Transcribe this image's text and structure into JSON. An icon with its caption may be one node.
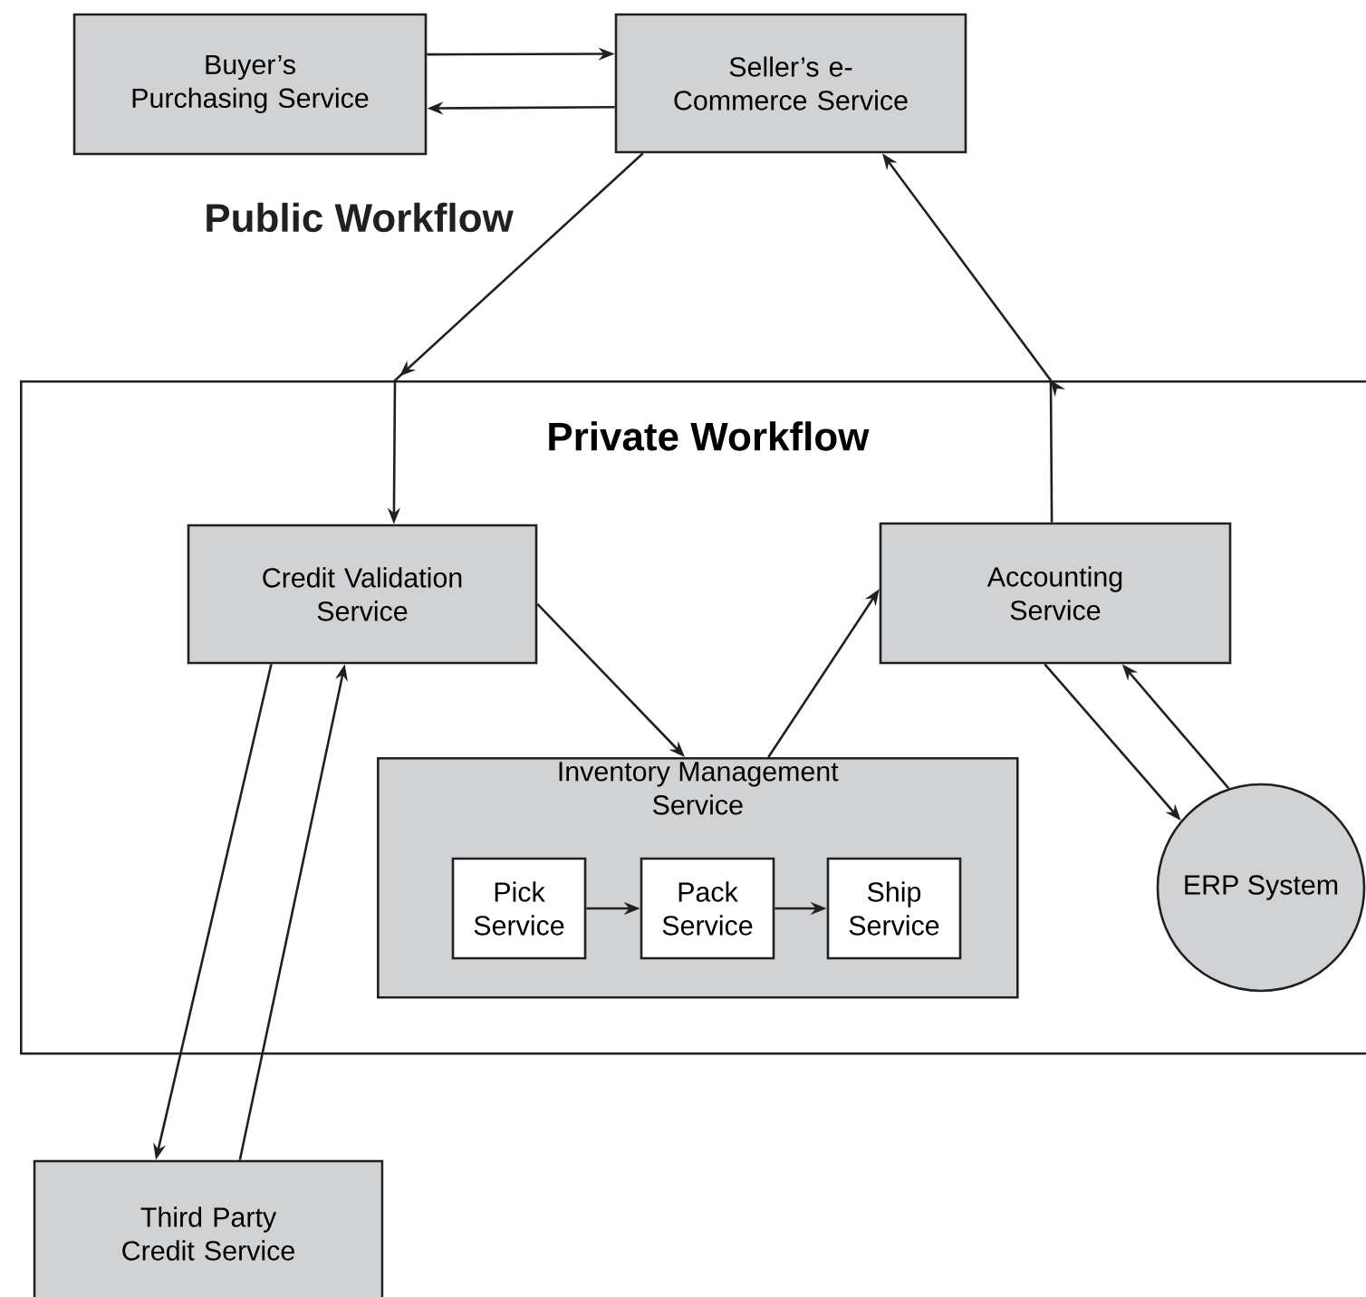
{
  "diagram": {
    "nodes": [
      {
        "text": [
          "Buyer’s Purchasing Service"
        ]
      },
      {
        "text": [
          "Seller’s e-Commerce Service"
        ]
      },
      {
        "text": [
          "Private Workflow"
        ]
      },
      {
        "text": [
          "Credit Validation Service"
        ],
        "in": 2
      },
      {
        "text": [
          "Accounting Service"
        ],
        "in": 2
      },
      {
        "text": [
          "Inventory Management Service"
        ],
        "in": 2
      },
      {
        "text": [
          "Pick Service"
        ],
        "in": 5
      },
      {
        "text": [
          "Pack Service"
        ],
        "in": 5
      },
      {
        "text": [
          "Ship Service"
        ],
        "in": 5
      },
      {
        "text": [
          "ERP System"
        ],
        "in": 2
      },
      {
        "text": [
          "Third Party Credit Service"
        ]
      }
    ],
    "edges": [
      {
        "from": 0,
        "to": 1,
        "arrow": "to"
      },
      {
        "from": 1,
        "to": 0,
        "arrow": "to"
      },
      {
        "from": 1,
        "to": 3,
        "arrow": "to"
      },
      {
        "from": 4,
        "to": 1,
        "arrow": "to"
      },
      {
        "from": 3,
        "to": 5,
        "arrow": "to"
      },
      {
        "from": 5,
        "to": 4,
        "arrow": "to"
      },
      {
        "from": 6,
        "to": 7,
        "arrow": "to"
      },
      {
        "from": 7,
        "to": 8,
        "arrow": "to"
      },
      {
        "from": 4,
        "to": 9,
        "arrow": "to"
      },
      {
        "from": 9,
        "to": 4,
        "arrow": "to"
      },
      {
        "from": 3,
        "to": 10,
        "arrow": "to"
      },
      {
        "from": 10,
        "to": 3,
        "arrow": "to"
      }
    ],
    "labels": [
      "Public Workflow"
    ]
  }
}
